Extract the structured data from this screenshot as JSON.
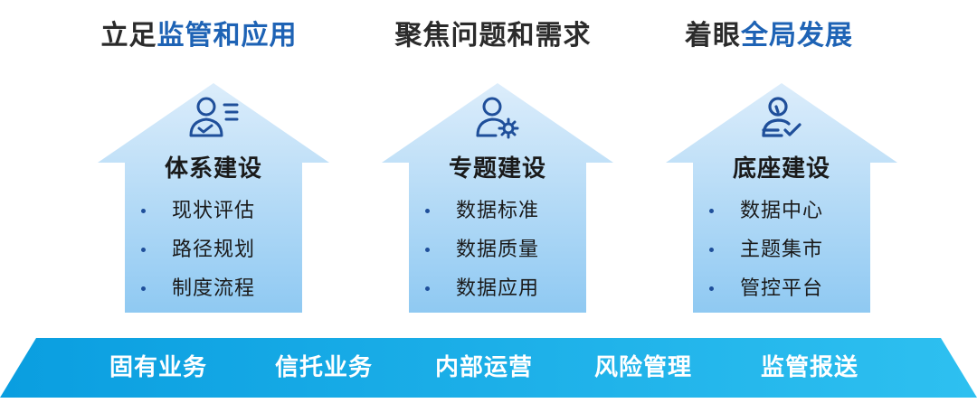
{
  "headlines": [
    {
      "plain": "立足",
      "accent": "监管和应用"
    },
    {
      "plain": "聚焦问题和需求",
      "accent": ""
    },
    {
      "plain": "着眼",
      "accent": "全局发展"
    }
  ],
  "houses": [
    {
      "icon": "user-list-icon",
      "title": "体系建设",
      "items": [
        "现状评估",
        "路径规划",
        "制度流程"
      ]
    },
    {
      "icon": "user-gear-icon",
      "title": "专题建设",
      "items": [
        "数据标准",
        "数据质量",
        "数据应用"
      ]
    },
    {
      "icon": "user-check-icon",
      "title": "底座建设",
      "items": [
        "数据中心",
        "主题集市",
        "管控平台"
      ]
    }
  ],
  "base_items": [
    "固有业务",
    "信托业务",
    "内部运营",
    "风险管理",
    "监管报送"
  ],
  "colors": {
    "accent": "#1e63b5",
    "icon": "#1f4f9a",
    "house_top": "#d6ebfa",
    "house_bottom": "#93cbf2",
    "base_left": "#0a9ee0",
    "base_right": "#2ec0f0"
  }
}
